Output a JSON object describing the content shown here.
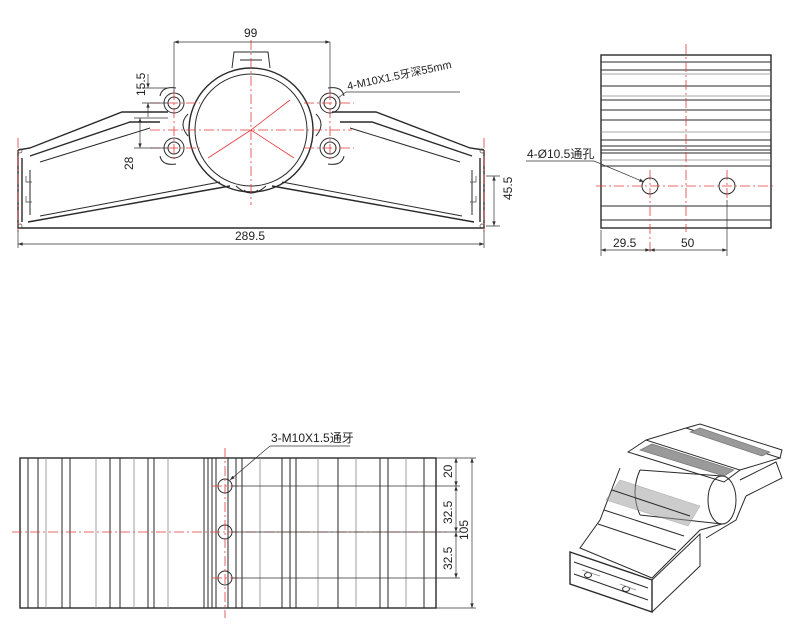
{
  "front_view": {
    "dim_top_width": "99",
    "dim_ear_height": "15.5",
    "dim_ear_spacing": "28",
    "dim_overall_width": "289.5",
    "dim_side_height": "45.5",
    "callout_threads": "4-M10X1.5牙深55mm"
  },
  "side_view": {
    "callout_holes": "4-Ø10.5通孔",
    "dim_hole_offset": "29.5",
    "dim_hole_spacing": "50"
  },
  "bottom_view": {
    "callout_threads": "3-M10X1.5通牙",
    "dim_top_offset": "20",
    "dim_spacing_1": "32.5",
    "dim_spacing_2": "32.5",
    "dim_total": "105"
  },
  "colors": {
    "line": "#2a2a2a",
    "centerline": "#e23a3a",
    "shade": "#9a9a9a"
  }
}
